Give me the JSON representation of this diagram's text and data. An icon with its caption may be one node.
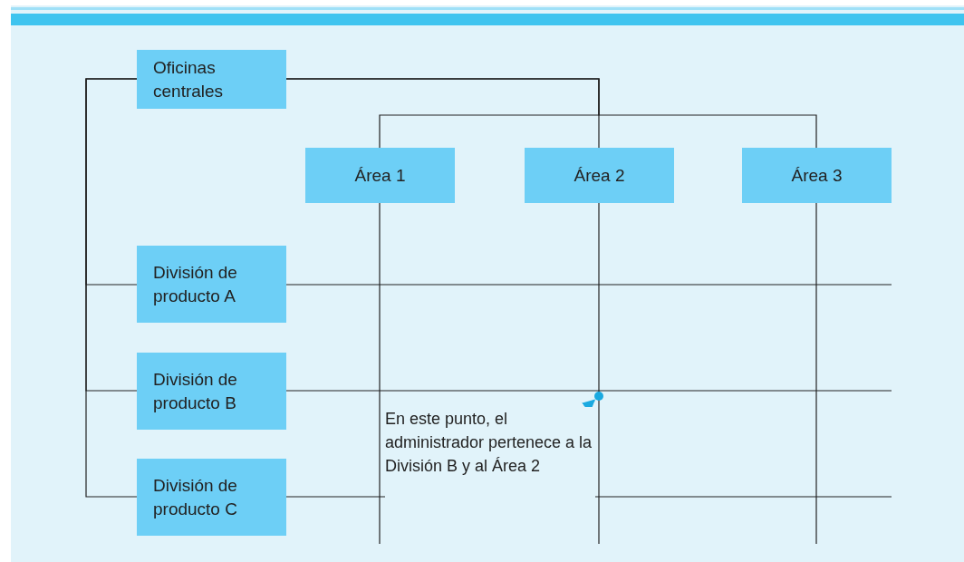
{
  "diagram": {
    "nodes": [
      {
        "text": [
          "Oficinas centrales"
        ]
      },
      {
        "text": [
          "Área 1"
        ]
      },
      {
        "text": [
          "Área 2"
        ]
      },
      {
        "text": [
          "Área 3"
        ]
      },
      {
        "text": [
          "División de producto A"
        ]
      },
      {
        "text": [
          "División de producto B"
        ]
      },
      {
        "text": [
          "División de producto C"
        ]
      },
      {
        "text": [],
        "shape": "circle"
      },
      {
        "text": [
          "En este punto, el administrador pertenece a la División B y al Área 2"
        ]
      }
    ],
    "edges": [
      {
        "from": 0,
        "to": 1,
        "arrow": "none"
      },
      {
        "from": 0,
        "to": 2,
        "arrow": "none"
      },
      {
        "from": 0,
        "to": 3,
        "arrow": "none"
      },
      {
        "from": 0,
        "to": 4,
        "arrow": "none"
      },
      {
        "from": 0,
        "to": 5,
        "arrow": "none"
      },
      {
        "from": 0,
        "to": 6,
        "arrow": "none"
      },
      {
        "from": 8,
        "to": 7,
        "arrow": "to",
        "color": "#1aa9e0"
      }
    ]
  }
}
